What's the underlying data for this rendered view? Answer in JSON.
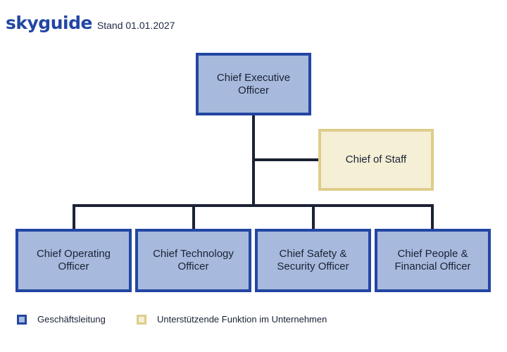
{
  "header": {
    "logo": "skyguide",
    "stand": "Stand 01.01.2027"
  },
  "chart": {
    "ceo": "Chief Executive Officer",
    "chief_of_staff": "Chief of Staff",
    "officers": [
      "Chief Operating Officer",
      "Chief Technology Officer",
      "Chief Safety & Security Officer",
      "Chief People & Financial Officer"
    ]
  },
  "legend": [
    "Geschäftsleitung",
    "Unterstützende Funktion im Unternehmen"
  ],
  "colors": {
    "leadership_border": "#2346a3",
    "leadership_fill": "#a7b9dc",
    "support_border": "#decd8a",
    "support_fill": "#f4efd5",
    "connector": "#1b2235"
  }
}
